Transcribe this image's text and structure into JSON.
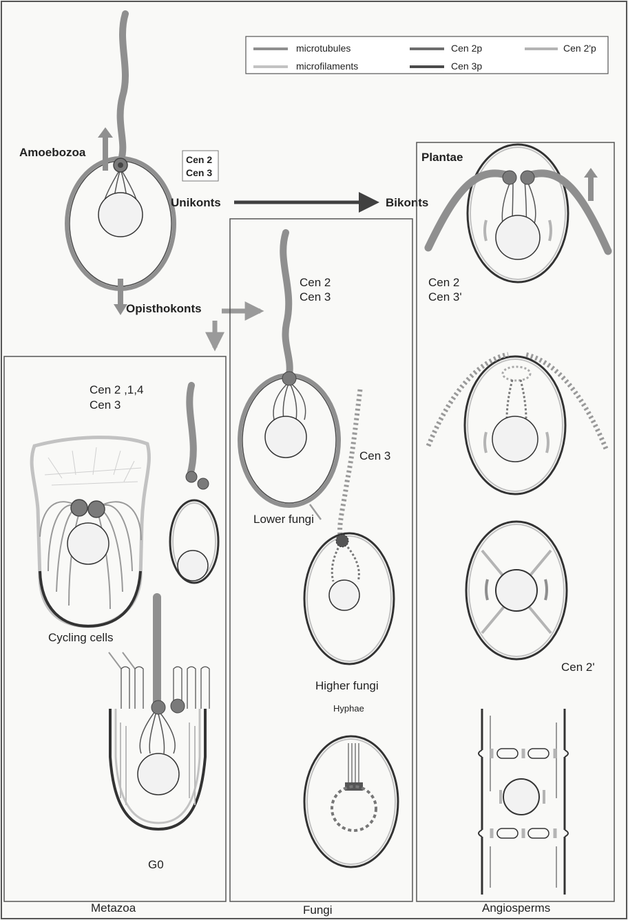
{
  "legend": {
    "items": [
      {
        "label": "microtubules",
        "color": "#8f8f8f"
      },
      {
        "label": "Cen 2p",
        "color": "#6d6d6d"
      },
      {
        "label": "Cen 2'p",
        "color": "#b4b4b4"
      },
      {
        "label": "microfilaments",
        "color": "#c2c2c2"
      },
      {
        "label": "Cen 3p",
        "color": "#4a4a4a"
      }
    ]
  },
  "labels": {
    "amoebozoa": "Amoebozoa",
    "cen_box_line1": "Cen 2",
    "cen_box_line2": "Cen 3",
    "unikonts": "Unikonts",
    "bikonts": "Bikonts",
    "opisthokonts": "Opisthokonts",
    "plantae": "Plantae",
    "plantae_cen_line1": "Cen 2",
    "plantae_cen_line2": "Cen 3'",
    "fungi_cen_line1": "Cen 2",
    "fungi_cen_line2": "Cen 3",
    "metazoa_cen_line1": "Cen 2 ,1,4",
    "metazoa_cen_line2": "Cen 3",
    "fungi_cen3": "Cen 3",
    "lower_fungi": "Lower fungi",
    "higher_fungi": "Higher fungi",
    "hyphae": "Hyphae",
    "cycling_cells": "Cycling cells",
    "g0": "G0",
    "cen2_prime": "Cen 2'",
    "panel_metazoa": "Metazoa",
    "panel_fungi": "Fungi",
    "panel_angiosperms": "Angiosperms"
  },
  "colors": {
    "microtubule": "#8f8f8f",
    "membrane": "#4a4a4a",
    "nucleus_fill": "#f2f2f2",
    "centrosome": "#7a7a7a",
    "arrow": "#9a9a9a",
    "dark_arrow": "#404040"
  }
}
